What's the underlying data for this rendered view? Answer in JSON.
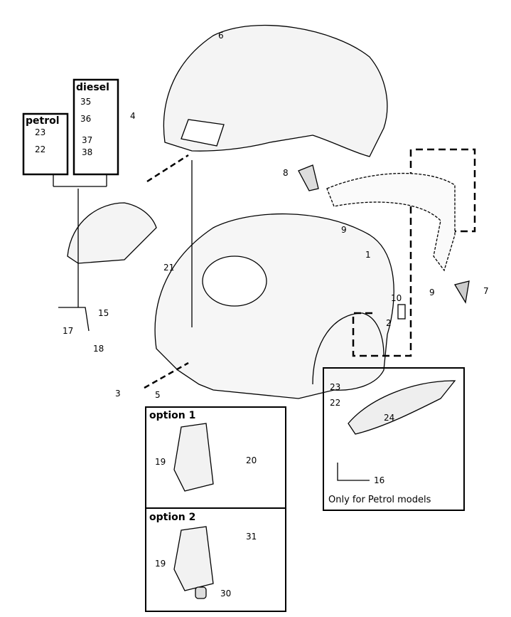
{
  "boxes": {
    "petrol": {
      "title": "petrol",
      "labels": [
        "23",
        "22"
      ]
    },
    "diesel": {
      "title": "diesel",
      "labels": [
        "35",
        "36",
        "37",
        "38"
      ]
    },
    "option1": {
      "title": "option 1",
      "labels": [
        "19",
        "20"
      ]
    },
    "option2": {
      "title": "option 2",
      "labels": [
        "19",
        "31",
        "30"
      ]
    },
    "petrol_only": {
      "labels": [
        "23",
        "22",
        "24",
        "16"
      ],
      "note": "Only for Petrol models"
    }
  },
  "callouts": {
    "c6": "6",
    "c4": "4",
    "c8": "8",
    "c9a": "9",
    "c21": "21",
    "c1": "1",
    "c9b": "9",
    "c7": "7",
    "c10": "10",
    "c2": "2",
    "c15": "15",
    "c17": "17",
    "c18": "18",
    "c3": "3",
    "c5": "5"
  }
}
